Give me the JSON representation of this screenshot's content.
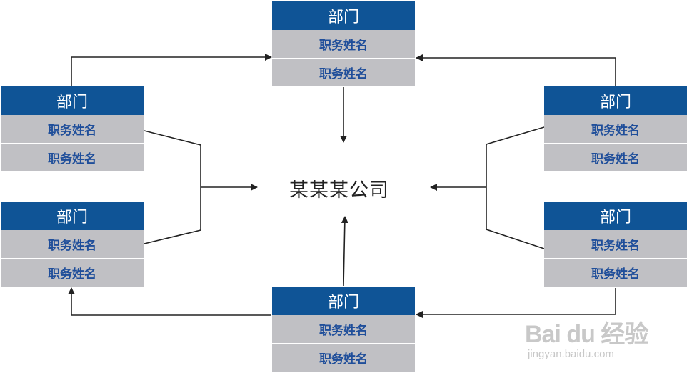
{
  "center": {
    "label": "某某某公司"
  },
  "boxes": [
    {
      "header": "部门",
      "rows": [
        "职务姓名",
        "职务姓名"
      ]
    },
    {
      "header": "部门",
      "rows": [
        "职务姓名",
        "职务姓名"
      ]
    },
    {
      "header": "部门",
      "rows": [
        "职务姓名",
        "职务姓名"
      ]
    },
    {
      "header": "部门",
      "rows": [
        "职务姓名",
        "职务姓名"
      ]
    },
    {
      "header": "部门",
      "rows": [
        "职务姓名",
        "职务姓名"
      ]
    },
    {
      "header": "部门",
      "rows": [
        "职务姓名",
        "职务姓名"
      ]
    }
  ],
  "watermark": {
    "logo": "Bai du 经验",
    "url": "jingyan.baidu.com"
  },
  "colors": {
    "header_bg": "#0f5496",
    "row_bg": "#c0c0c4",
    "row_text": "#1f4e9a",
    "line": "#222222"
  }
}
